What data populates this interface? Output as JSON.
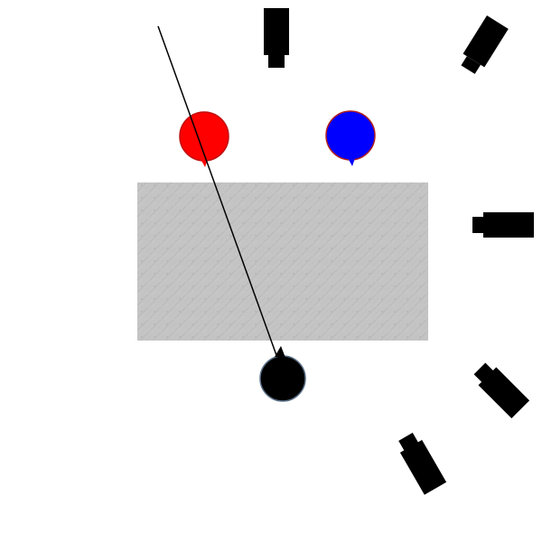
{
  "scene": {
    "background_color": "#ffffff",
    "obstacle": {
      "kind": "textured-gray-block",
      "color": "#c4c4c4",
      "texture_color": "#b3b3b3"
    },
    "balls": [
      {
        "id": "red-ball",
        "color": "#ff0000",
        "outline": "#c01010"
      },
      {
        "id": "blue-ball",
        "color": "#0000ff",
        "outline": "#b02020"
      },
      {
        "id": "black-ball",
        "color": "#000000",
        "outline": "#5a6f86"
      }
    ],
    "aim_line": {
      "color": "#000000"
    },
    "cannons": [
      {
        "id": "cannon-1",
        "color": "#000000"
      },
      {
        "id": "cannon-2",
        "color": "#000000"
      },
      {
        "id": "cannon-3",
        "color": "#000000"
      },
      {
        "id": "cannon-4",
        "color": "#000000"
      },
      {
        "id": "cannon-5",
        "color": "#000000"
      }
    ]
  }
}
